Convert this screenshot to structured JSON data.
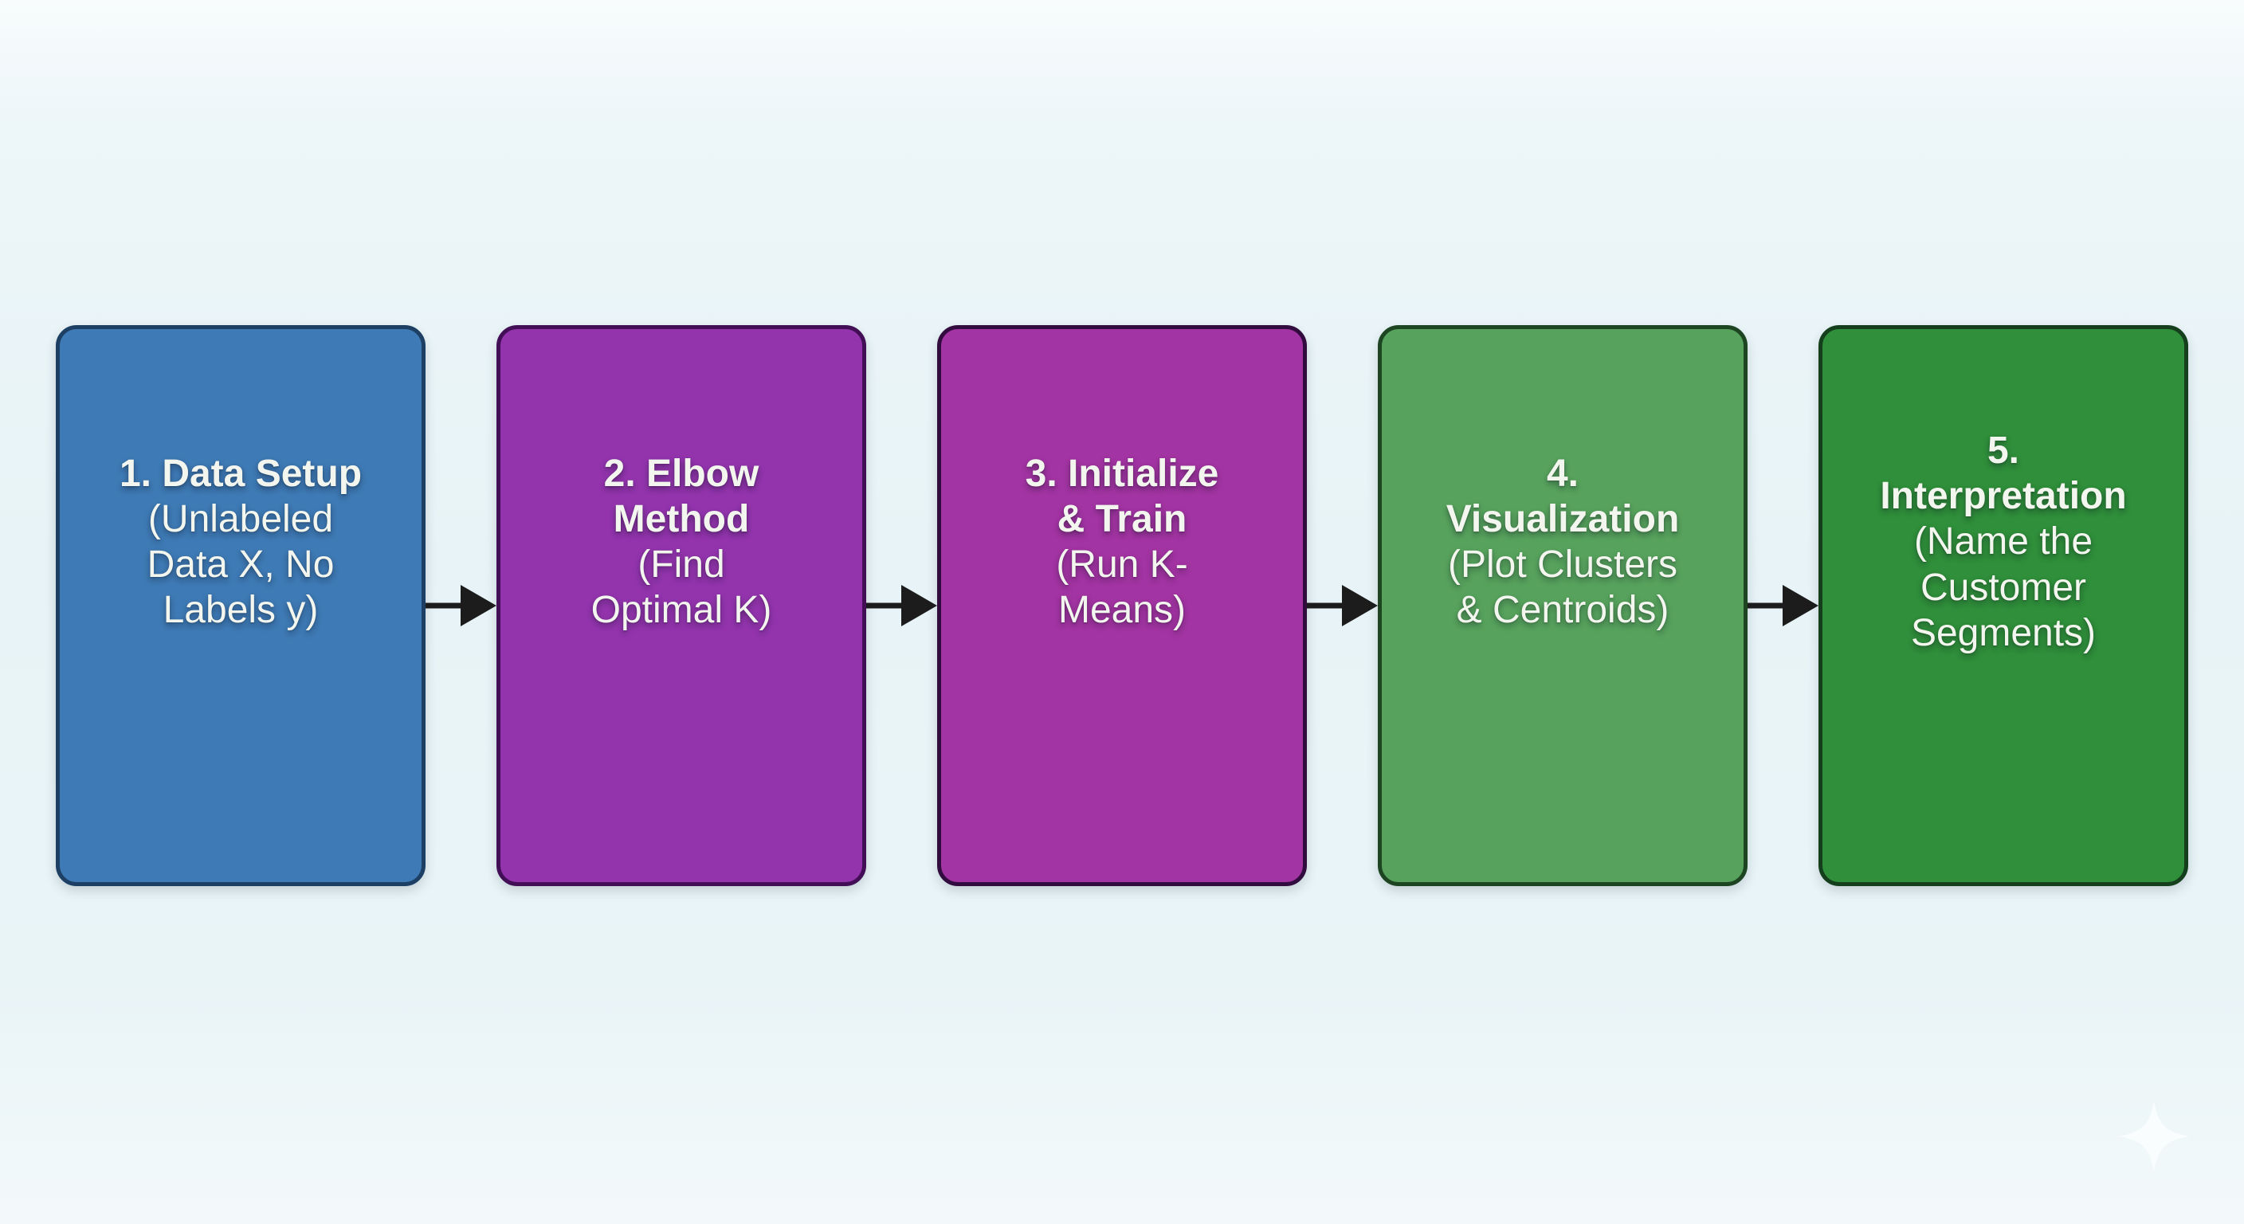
{
  "diagram": {
    "type": "flowchart",
    "direction": "left-to-right",
    "background_color": "#e8f3f7",
    "arrow_color": "#1c1c1c",
    "text_color": "#f3f6ef",
    "watermark_color": "#fdffff"
  },
  "steps": [
    {
      "id": "1",
      "title": "1. Data Setup",
      "subtitle": "(Unlabeled\nData X, No\nLabels y)",
      "fill_color": "#3e7ab5",
      "border_color": "#1c3f63"
    },
    {
      "id": "2",
      "title": "2. Elbow\nMethod",
      "subtitle": "(Find\nOptimal K)",
      "fill_color": "#9334ad",
      "border_color": "#420e55"
    },
    {
      "id": "3",
      "title": "3. Initialize\n& Train",
      "subtitle": "(Run K-\nMeans)",
      "fill_color": "#a334a3",
      "border_color": "#320c3e"
    },
    {
      "id": "4",
      "title": "4.\nVisualization",
      "subtitle": "(Plot Clusters\n& Centroids)",
      "fill_color": "#57a35d",
      "border_color": "#1d4521"
    },
    {
      "id": "5",
      "title": "5.\nInterpretation",
      "subtitle": "(Name the\nCustomer\nSegments)",
      "fill_color": "#2f8f3a",
      "border_color": "#153f1c"
    }
  ]
}
